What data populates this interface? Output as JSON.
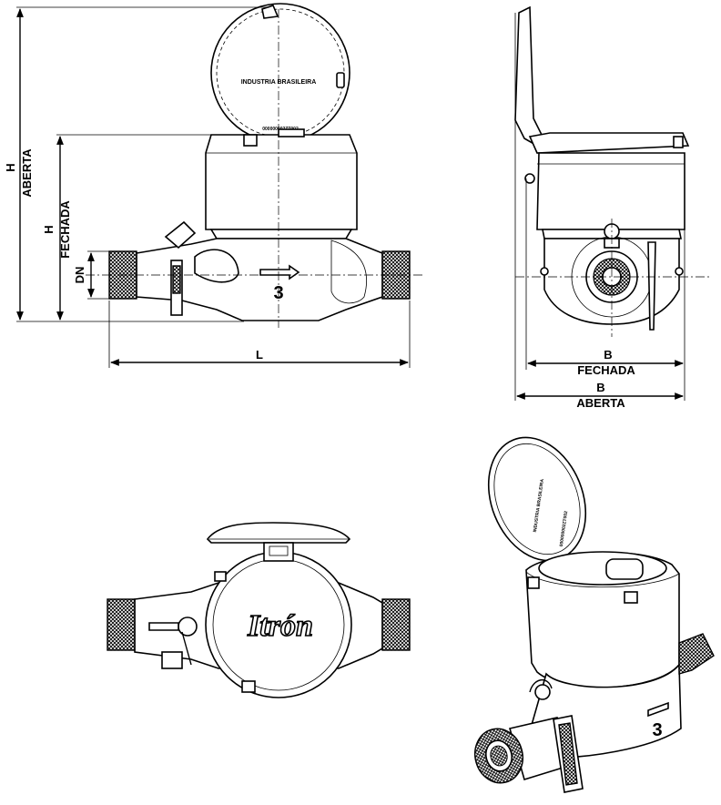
{
  "dimensions": {
    "h_label": "H",
    "aberta_label": "ABERTA",
    "fechada_label": "FECHADA",
    "dn_label": "DN",
    "l_label": "L",
    "b_label": "B"
  },
  "markings": {
    "lid_text": "INDUSTRIA BRASILEIRA",
    "serial": "000000002ZT002",
    "brand": "Itrón",
    "model_number": "3"
  }
}
